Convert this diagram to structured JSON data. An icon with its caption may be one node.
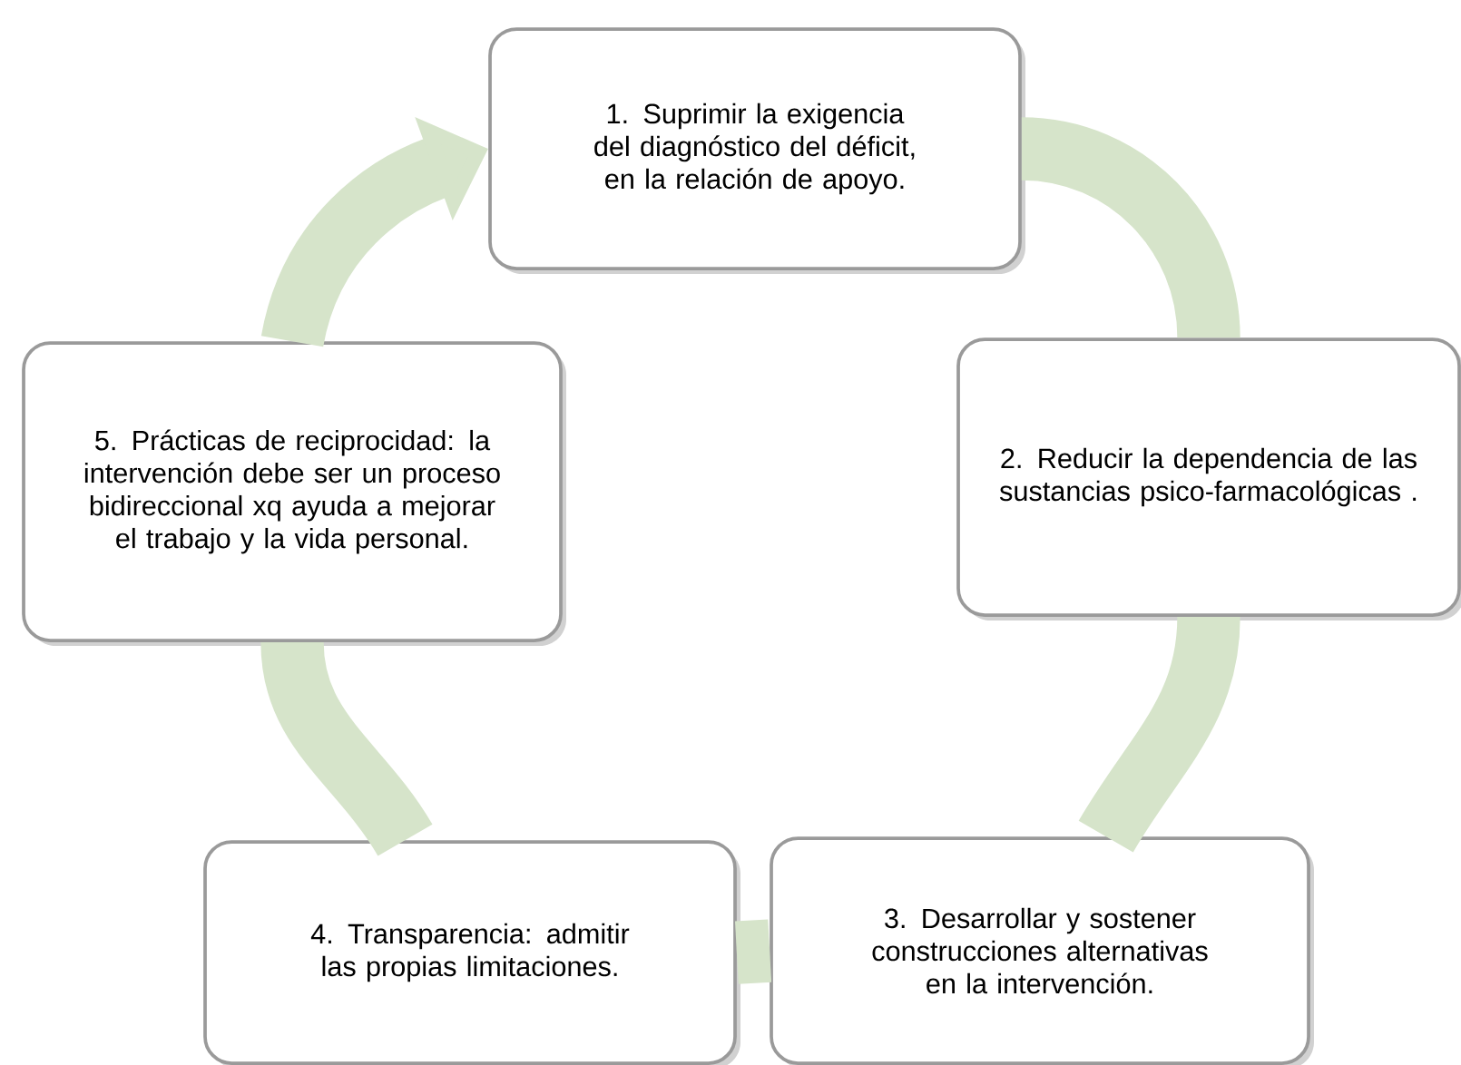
{
  "diagram": {
    "nodes": [
      {
        "text": [
          "1. Suprimir la exigencia del diagnóstico del déficit, en la relación de apoyo."
        ]
      },
      {
        "text": [
          "2. Reducir la dependencia de las sustancias psico-farmacológicas ."
        ]
      },
      {
        "text": [
          "3. Desarrollar y sostener construcciones alternativas en la intervención."
        ]
      },
      {
        "text": [
          "4. Transparencia: admitir las propias limitaciones."
        ]
      },
      {
        "text": [
          "5. Prácticas de reciprocidad: la intervención debe ser un proceso bidireccional xq ayuda a mejorar el trabajo y la vida personal."
        ]
      }
    ],
    "edges": [
      {
        "from": 0,
        "to": 1,
        "arrow": "none"
      },
      {
        "from": 1,
        "to": 2,
        "arrow": "none"
      },
      {
        "from": 2,
        "to": 3,
        "arrow": "none"
      },
      {
        "from": 3,
        "to": 4,
        "arrow": "none"
      },
      {
        "from": 4,
        "to": 0,
        "arrow": "to"
      }
    ]
  }
}
